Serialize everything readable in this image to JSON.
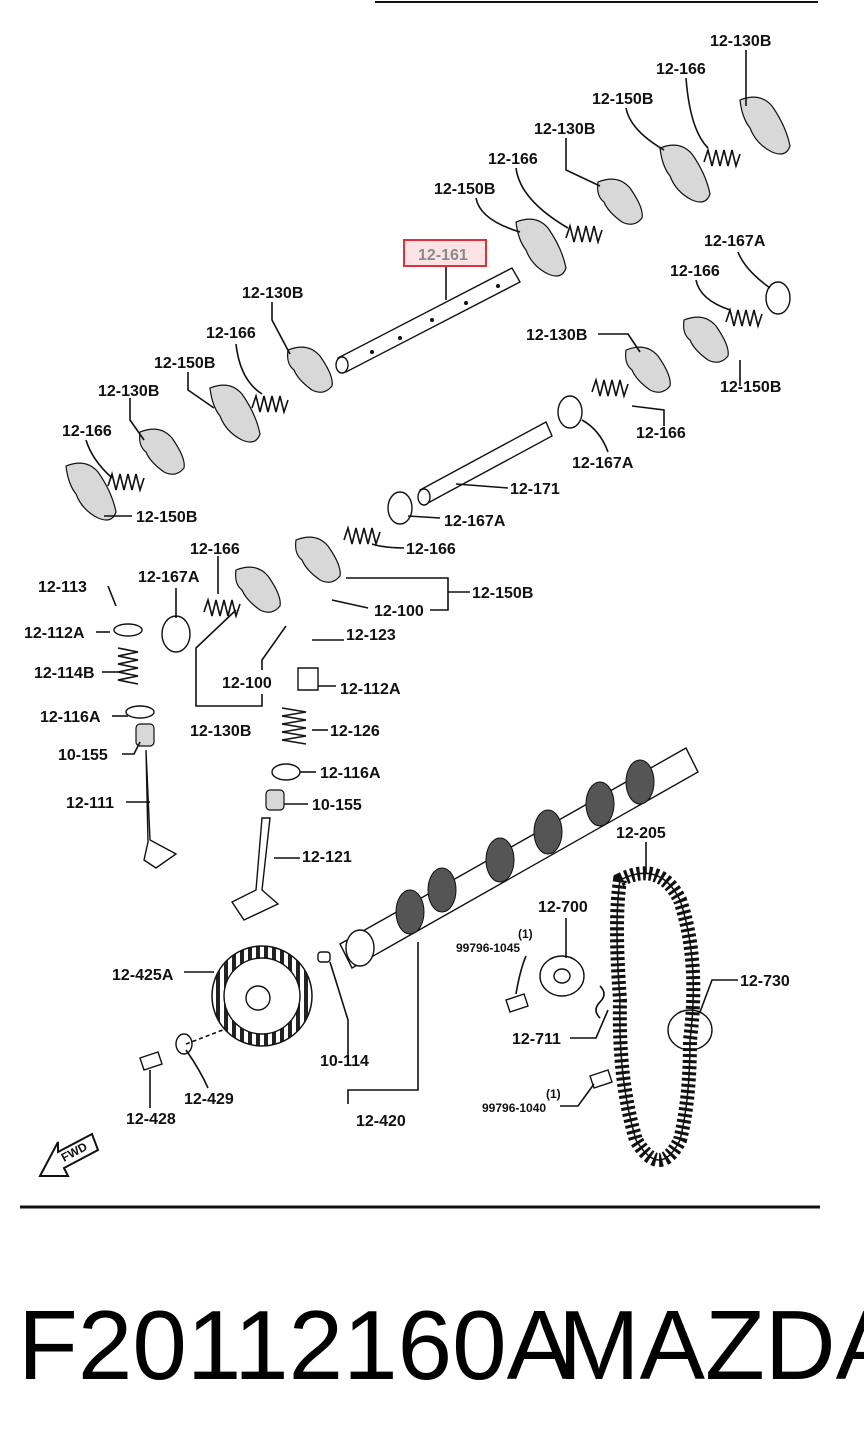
{
  "highlight_color": "#e0303a",
  "labels": [
    {
      "id": "l1",
      "text": "12-130B"
    },
    {
      "id": "l2",
      "text": "12-166"
    },
    {
      "id": "l3",
      "text": "12-150B"
    },
    {
      "id": "l4",
      "text": "12-130B"
    },
    {
      "id": "l5",
      "text": "12-166"
    },
    {
      "id": "l6",
      "text": "12-150B"
    },
    {
      "id": "l7",
      "text": "12-161"
    },
    {
      "id": "l8",
      "text": "12-167A"
    },
    {
      "id": "l9",
      "text": "12-166"
    },
    {
      "id": "l10",
      "text": "12-130B"
    },
    {
      "id": "l11",
      "text": "12-166"
    },
    {
      "id": "l12",
      "text": "12-130B"
    },
    {
      "id": "l13",
      "text": "12-150B"
    },
    {
      "id": "l14",
      "text": "12-130B"
    },
    {
      "id": "l15",
      "text": "12-150B"
    },
    {
      "id": "l16",
      "text": "12-166"
    },
    {
      "id": "l17",
      "text": "12-166"
    },
    {
      "id": "l18",
      "text": "12-167A"
    },
    {
      "id": "l19",
      "text": "12-150B"
    },
    {
      "id": "l20",
      "text": "12-171"
    },
    {
      "id": "l21",
      "text": "12-167A"
    },
    {
      "id": "l22",
      "text": "12-166"
    },
    {
      "id": "l23",
      "text": "12-166"
    },
    {
      "id": "l24",
      "text": "12-113"
    },
    {
      "id": "l25",
      "text": "12-167A"
    },
    {
      "id": "l26",
      "text": "12-150B"
    },
    {
      "id": "l27",
      "text": "12-100"
    },
    {
      "id": "l28",
      "text": "12-112A"
    },
    {
      "id": "l29",
      "text": "12-123"
    },
    {
      "id": "l30",
      "text": "12-114B"
    },
    {
      "id": "l31",
      "text": "12-100"
    },
    {
      "id": "l32",
      "text": "12-112A"
    },
    {
      "id": "l33",
      "text": "12-116A"
    },
    {
      "id": "l34",
      "text": "12-130B"
    },
    {
      "id": "l35",
      "text": "12-126"
    },
    {
      "id": "l36",
      "text": "10-155"
    },
    {
      "id": "l37",
      "text": "12-116A"
    },
    {
      "id": "l38",
      "text": "12-111"
    },
    {
      "id": "l39",
      "text": "10-155"
    },
    {
      "id": "l40",
      "text": "12-121"
    },
    {
      "id": "l41",
      "text": "12-205"
    },
    {
      "id": "l42",
      "text": "12-700"
    },
    {
      "id": "l43",
      "text": "(1)"
    },
    {
      "id": "l44",
      "text": "99796-1045"
    },
    {
      "id": "l45",
      "text": "12-425A"
    },
    {
      "id": "l46",
      "text": "12-730"
    },
    {
      "id": "l47",
      "text": "12-711"
    },
    {
      "id": "l48",
      "text": "10-114"
    },
    {
      "id": "l49",
      "text": "(1)"
    },
    {
      "id": "l50",
      "text": "99796-1040"
    },
    {
      "id": "l51",
      "text": "12-429"
    },
    {
      "id": "l52",
      "text": "12-428"
    },
    {
      "id": "l53",
      "text": "12-420"
    },
    {
      "id": "l54",
      "text": "FWD"
    }
  ],
  "caption": {
    "part_number": "F20112160A",
    "brand": "MAZDA"
  }
}
